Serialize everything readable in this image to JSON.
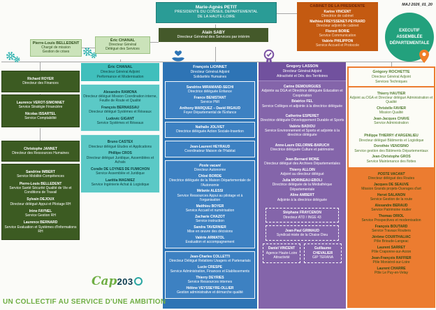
{
  "meta": {
    "updated": "MAJ 2026_01_20"
  },
  "colors": {
    "president_teal": "#2a9c96",
    "dgs_green": "#44592a",
    "cabinet_orange": "#c45a11",
    "exec_green": "#23a17d",
    "light_green": "#cbe3ba",
    "col_finances_green": "#3c5b22",
    "col_perf_turquoise": "#40bfbc",
    "col_solidarites_blue": "#2e74b5",
    "col_attractivite_purple": "#8465aa",
    "col_techniques_orange": "#ec7c30",
    "slogan_green": "#6fae44",
    "connector_gray": "#a6a6a6"
  },
  "icons": [
    "gear-icon",
    "gear-icon",
    "solidarity-hands-icon",
    "award-rosette-icon",
    "location-pin-icon"
  ],
  "top": {
    "president": {
      "name": "Marie-Agnès PETIT",
      "role1": "PRESIDENTE DU CONSEIL DEPARTEMENTAL",
      "role2": "DE LA HAUTE-LOIRE"
    },
    "dgs": {
      "name": "Alain SABY",
      "role": "Directeur Général des Services par intérim"
    },
    "mission": {
      "name": "Pierre-Louis BELLEDENT",
      "role1": "Chargé de mission",
      "role2": "Gestion de crises"
    },
    "dgd": {
      "name": "Éric CHANAL",
      "role1": "Directeur Général",
      "role2": "Délégué des Services"
    },
    "cabinet": {
      "title": "CABINET DE LA PRESIDENTE",
      "members": [
        {
          "name": "Karine VINCENT",
          "role": "Directrice de cabinet"
        },
        {
          "name": "Mathieu FREYSSENET-PEYRARD",
          "role": "Directeur adjoint de cabinet"
        },
        {
          "name": "Florent BORIE",
          "role": "Service Communication"
        },
        {
          "name": "Valérie PHILIPPON",
          "role": "Service Accueil et Protocole"
        }
      ]
    },
    "executif": {
      "lines": [
        "EXECUTIF",
        "ASSEMBLÉE",
        "DÉPARTEMENTALE"
      ]
    }
  },
  "columns": [
    {
      "id": "finances-rh",
      "boxes": [
        {
          "entries": [
            {
              "name": "Richard ROYER",
              "role": "Directeur des Finances"
            }
          ]
        },
        {
          "entries": [
            {
              "name": "Laurence VEROT-SIMONNET",
              "role": "Service Stratégie Financière"
            },
            {
              "name": "Nicolas ISSARTEL",
              "role": "Service Comptabilité"
            }
          ]
        },
        {
          "entries": [
            {
              "name": "Christophe JANNET",
              "role": "Directeur des Ressources Humaines"
            }
          ]
        },
        {
          "entries": [
            {
              "name": "Sandrine IMBERT",
              "role": "Service Mobilité-Compétences"
            },
            {
              "name": "Pierre-Louis BELLEDENT",
              "role": "Service Santé Sécurité Qualité de Vie et Conditions de Travail"
            },
            {
              "name": "Sylvain DEJOUX",
              "role": "Directeur délégué Appui et Pilotage RH"
            },
            {
              "name": "Irène FAYNEL",
              "role": "Service Gestion RH"
            },
            {
              "name": "Laurence BERNARD",
              "role": "Service Evaluation et Systèmes d'Informations RH"
            }
          ]
        }
      ]
    },
    {
      "id": "performance-modernisation",
      "header": {
        "name": "Éric CHANAL",
        "roles": [
          "Directeur Général Adjoint",
          "Performance et Modernisation"
        ]
      },
      "boxes": [
        {
          "entries": [
            {
              "name": "Alexandre RAMONA",
              "role": "Directeur délégué Mission Coordination interne, Feuille de Route et Qualité"
            },
            {
              "name": "François BERNASSAU",
              "role": "Directeur délégué Systèmes et Réseaux"
            },
            {
              "name": "Ludovic GIGANT",
              "role": "Service Systèmes et Réseaux"
            }
          ]
        },
        {
          "entries": [
            {
              "name": "Bruno CASTEX",
              "role": "Directeur délégué Etudes et Applications"
            },
            {
              "name": "Phillipe CROS",
              "role": "Directeur délégué Juridique, Assemblées et Achats"
            },
            {
              "name": "Coralie DE LOYNES DE FUMICHON",
              "role": "Service Assemblée et Juridique"
            },
            {
              "name": "Laetitia MAGNIEZ",
              "role": "Service Ingénierie Achat & Logistique"
            }
          ]
        }
      ]
    },
    {
      "id": "solidarites-humaines",
      "header": {
        "name": "François LIONNET",
        "roles": [
          "Directeur Général Adjoint",
          "Solidarités Humaines"
        ]
      },
      "boxes": [
        {
          "entries": [
            {
              "name": "Sandrine MIRAMAND-SECHI",
              "role": "Directrice déléguée Enfance"
            },
            {
              "name": "France BENISTANT",
              "role": "Service PMI"
            },
            {
              "name": "Anthony MARQUEZ – David RIGAUD",
              "role": "Foyer Départemental de l'Enfance"
            }
          ]
        },
        {
          "entries": [
            {
              "name": "Nathalie JOLIVET",
              "role": "Directrice déléguée Action Sociale-Insertion"
            }
          ]
        },
        {
          "entries": [
            {
              "name": "Jean-Laurent HEYRAUD",
              "role": "Coordinateur Maison de l'Habitat"
            }
          ]
        },
        {
          "entries": [
            {
              "name": "Poste vacant",
              "vacant": true,
              "role": "Directeur Autonomie"
            },
            {
              "name": "Chloé BORDE",
              "role": "Directrice déléguée de la Maison Départementale de l'Autonomie"
            },
            {
              "name": "Mélanie ALESSI",
              "role": "Service Ressources Appui au pilotage et à l'organisation"
            },
            {
              "name": "Matthieu BOYER",
              "role": "Service Accueil et numérisation"
            },
            {
              "name": "Zacharie CHAZOT",
              "role": "Service instruction"
            },
            {
              "name": "Sandra TAVERNIER",
              "role": "Mise en œuvre des décisions"
            },
            {
              "name": "Valérie ARMATOL",
              "role": "Evaluation et accompagnement"
            }
          ]
        },
        {
          "entries": [
            {
              "name": "Jean-Charles COLLETTI",
              "role": "Directeur Délégué Relations Usagers et Partenariats"
            },
            {
              "name": "Lucie CRESPE",
              "role": "Service Administration, Finances et Etablissements"
            },
            {
              "name": "Thierry DEYRIES",
              "role": "Service Ressources internes"
            },
            {
              "name": "Hélène VEYSSEYRE-OLLIER",
              "role": "Gestion administrative et démarche qualité"
            }
          ]
        }
      ]
    },
    {
      "id": "attractivite-territoires",
      "header": {
        "name": "Gregory LASSON",
        "roles": [
          "Directeur Général Adjoint",
          "Attractivité et Dév. des Territoires"
        ]
      },
      "groups": [
        [
          {
            "name": "Carine DEMOURGUES",
            "role": "Adjointe au DGA et Directrice déléguée Education et Coopération"
          },
          {
            "name": "Béatrice FEL",
            "role": "Service Collèges et adjointe à la directrice déléguée"
          }
        ],
        [
          {
            "name": "Catherine ESPERET",
            "role": "Directrice déléguée Développement Durable et Sports"
          },
          {
            "name": "Valérie BADIOU",
            "role": "Service Environnement et Sports et adjointe à la directrice déléguée"
          }
        ],
        [
          {
            "name": "Anne-Laure DELORME-BARUCH",
            "role": "Directrice déléguée Culture et patrimoine"
          }
        ],
        [
          {
            "name": "Jean-Bernard MONE",
            "role": "Directeur délégué des Archives Départementales"
          },
          {
            "name": "Thierry ALLOIN",
            "role": "Adjoint au directeur délégué"
          },
          {
            "name": "Julia MORINEAU-EBOLI",
            "role": "Directrice déléguée de la Médiathèque Départementale"
          },
          {
            "name": "Aline AMBERT",
            "role": "Adjointe à la directrice déléguée"
          }
        ]
      ],
      "partners": [
        {
          "name": "Stéphane FRAYCENON",
          "role": "Directeur ATD / INGE 43"
        },
        {
          "name": "Jean-Paul GRIMAUD",
          "role": "Syndicat mixte de la Chaise Dieu"
        }
      ],
      "partners_row": [
        {
          "name": "Daniel VINCENT",
          "role": "Agence Haute-Loire Attractivité"
        },
        {
          "name": "Guillaume CHEVALIER",
          "role": "GIP TERANA"
        }
      ]
    },
    {
      "id": "services-techniques",
      "header": {
        "name": "Grégory ROCHETTE",
        "roles": [
          "Directeur Général Adjoint",
          "Services Techniques"
        ]
      },
      "admin_groups": [
        [
          {
            "name": "Thierry HAUTIER",
            "role": "Adjoint au DGA et Directeur délégué Administration et Qualité"
          },
          {
            "name": "Christelle FAVIER",
            "role": "Mission Qualité"
          },
          {
            "name": "Jean-Jacques CHAVE",
            "role": "Service Administration"
          }
        ],
        [
          {
            "name": "Philippe THIERRY d'ARGENLIEU",
            "role": "Directeur délégué Bâtiments et Logistique"
          },
          {
            "name": "Dorothée VENOSINO",
            "role": "Service gestion des Bâtiments Départementaux"
          },
          {
            "name": "Jean-Christophe GROS",
            "role": "Service Maintenance des flottes"
          }
        ]
      ],
      "routes": [
        {
          "name": "POSTE VACANT",
          "vacant": true,
          "role": "Directeur délégué des Routes"
        },
        {
          "name": "Jacques DE SEAUVE",
          "role": "Mission Grands projets-Ouvrages d'art"
        },
        {
          "name": "Hervé SALANON",
          "role": "Service Gestion de la route"
        },
        {
          "name": "Alexandre BERAUD",
          "role": "Service Patrimoine routier"
        },
        {
          "name": "Thomas ORIOL",
          "role": "Service Prospectives et modernisation"
        },
        {
          "name": "François BOUTARD",
          "role": "Service Travaux Routiers"
        },
        {
          "name": "Jérôme COURTHALIAC",
          "role": "Pôle Brioude-Langeac"
        },
        {
          "name": "Laurent SARRET",
          "role": "Pôle Craponne-sur-Arzon"
        },
        {
          "name": "Jean-François RAFFIER",
          "role": "Pôle Monistrol-sur-Loire"
        },
        {
          "name": "Laurent CHARRE",
          "role": "Pôle Le Puy-en-Velay"
        }
      ]
    }
  ],
  "footer": {
    "logo": {
      "cap": "Cap",
      "num": "203"
    },
    "slogan": "UN COLLECTIF AU SERVICE D'UNE AMBITION"
  }
}
